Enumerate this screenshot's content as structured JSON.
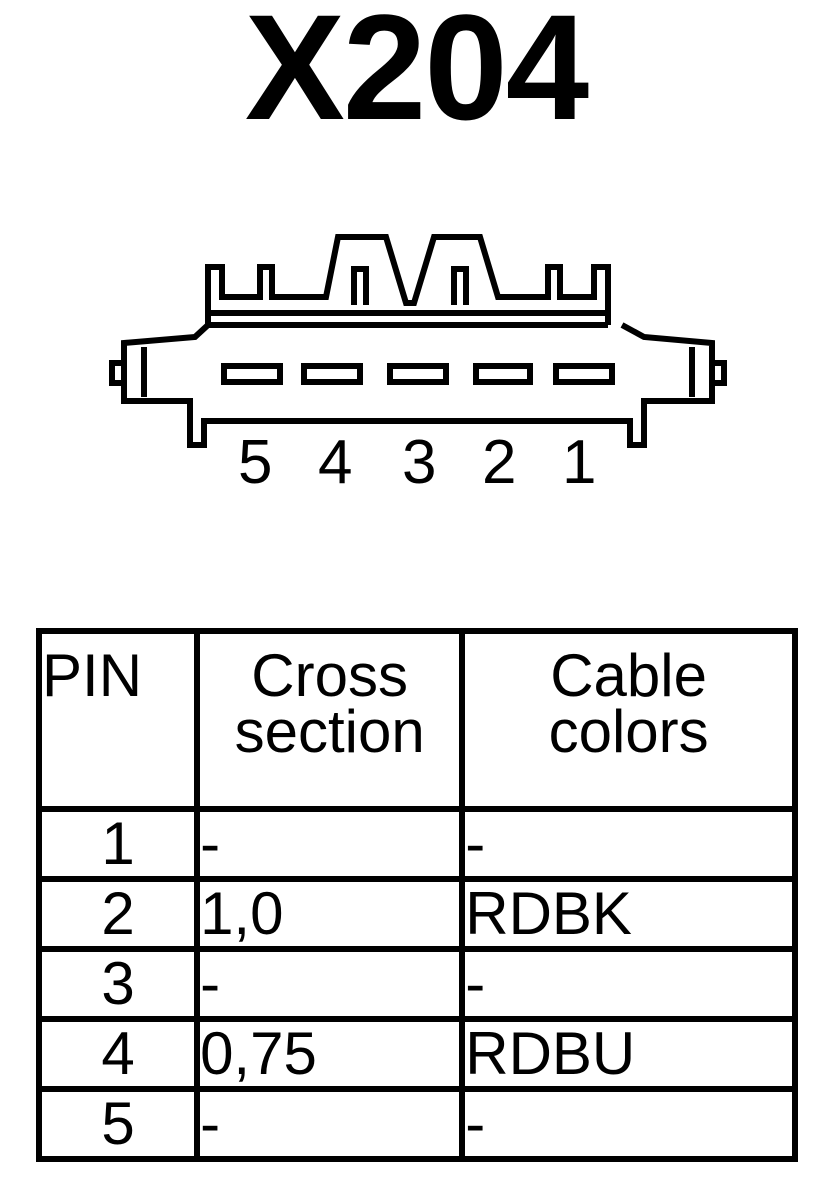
{
  "title": "X204",
  "connector": {
    "pin_labels": [
      "5",
      "4",
      "3",
      "2",
      "1"
    ]
  },
  "table": {
    "headers": {
      "pin": "PIN",
      "cross_line1": "Cross",
      "cross_line2": "section",
      "color_line1": "Cable",
      "color_line2": "colors"
    },
    "rows": [
      {
        "pin": "1",
        "cross": "-",
        "color": "-"
      },
      {
        "pin": "2",
        "cross": "1,0",
        "color": "RDBK"
      },
      {
        "pin": "3",
        "cross": "-",
        "color": "-"
      },
      {
        "pin": "4",
        "cross": "0,75",
        "color": "RDBU"
      },
      {
        "pin": "5",
        "cross": "-",
        "color": "-"
      }
    ]
  }
}
